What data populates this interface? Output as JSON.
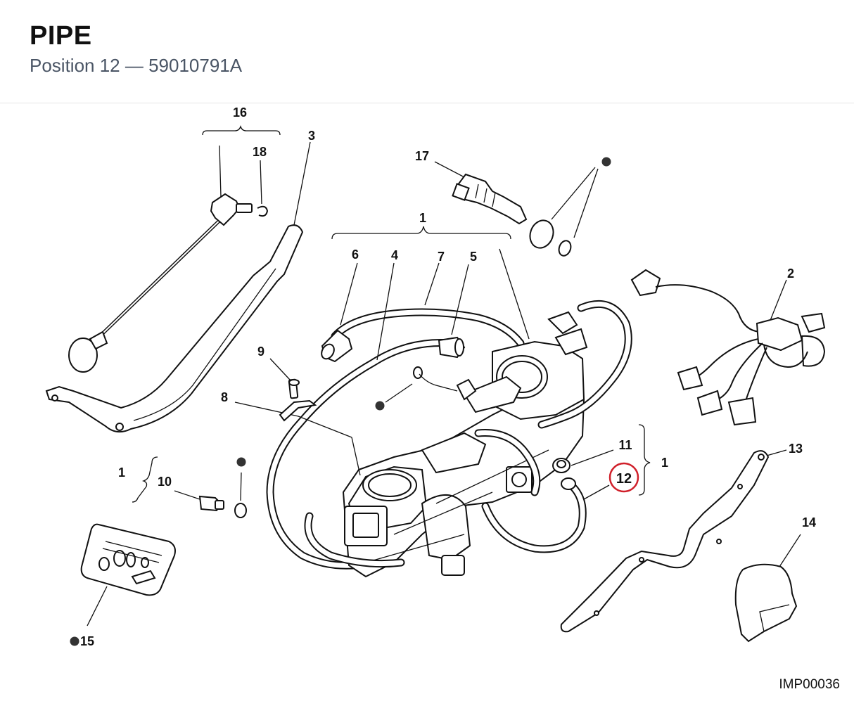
{
  "header": {
    "title": "PIPE",
    "subtitle": "Position 12 — 59010791A"
  },
  "diagram": {
    "image_code": "IMP00036",
    "highlight_color": "#d0202a",
    "callouts": {
      "c1_top": "1",
      "c1_left": "1",
      "c1_right": "1",
      "c2": "2",
      "c3": "3",
      "c4": "4",
      "c5": "5",
      "c6": "6",
      "c7": "7",
      "c8": "8",
      "c9": "9",
      "c10": "10",
      "c11": "11",
      "c12": "12",
      "c13": "13",
      "c14": "14",
      "c15": "15",
      "c16": "16",
      "c17": "17",
      "c18": "18"
    }
  }
}
